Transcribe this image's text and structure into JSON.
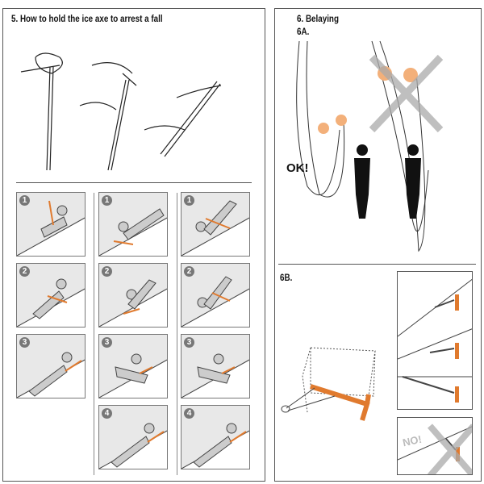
{
  "section5": {
    "title": "5. How to hold the ice axe to arrest a fall",
    "columns": [
      {
        "steps": [
          "1",
          "2",
          "3"
        ]
      },
      {
        "steps": [
          "1",
          "2",
          "3",
          "4"
        ]
      },
      {
        "steps": [
          "1",
          "2",
          "3",
          "4"
        ]
      }
    ]
  },
  "section6": {
    "title": "6. Belaying",
    "subA": "6A.",
    "ok_label": "OK!",
    "subB": "6B.",
    "no_label": "NO!"
  },
  "colors": {
    "accent": "#e07a2e",
    "panel": "#e8e8e8",
    "cross": "#aaaaaa"
  }
}
